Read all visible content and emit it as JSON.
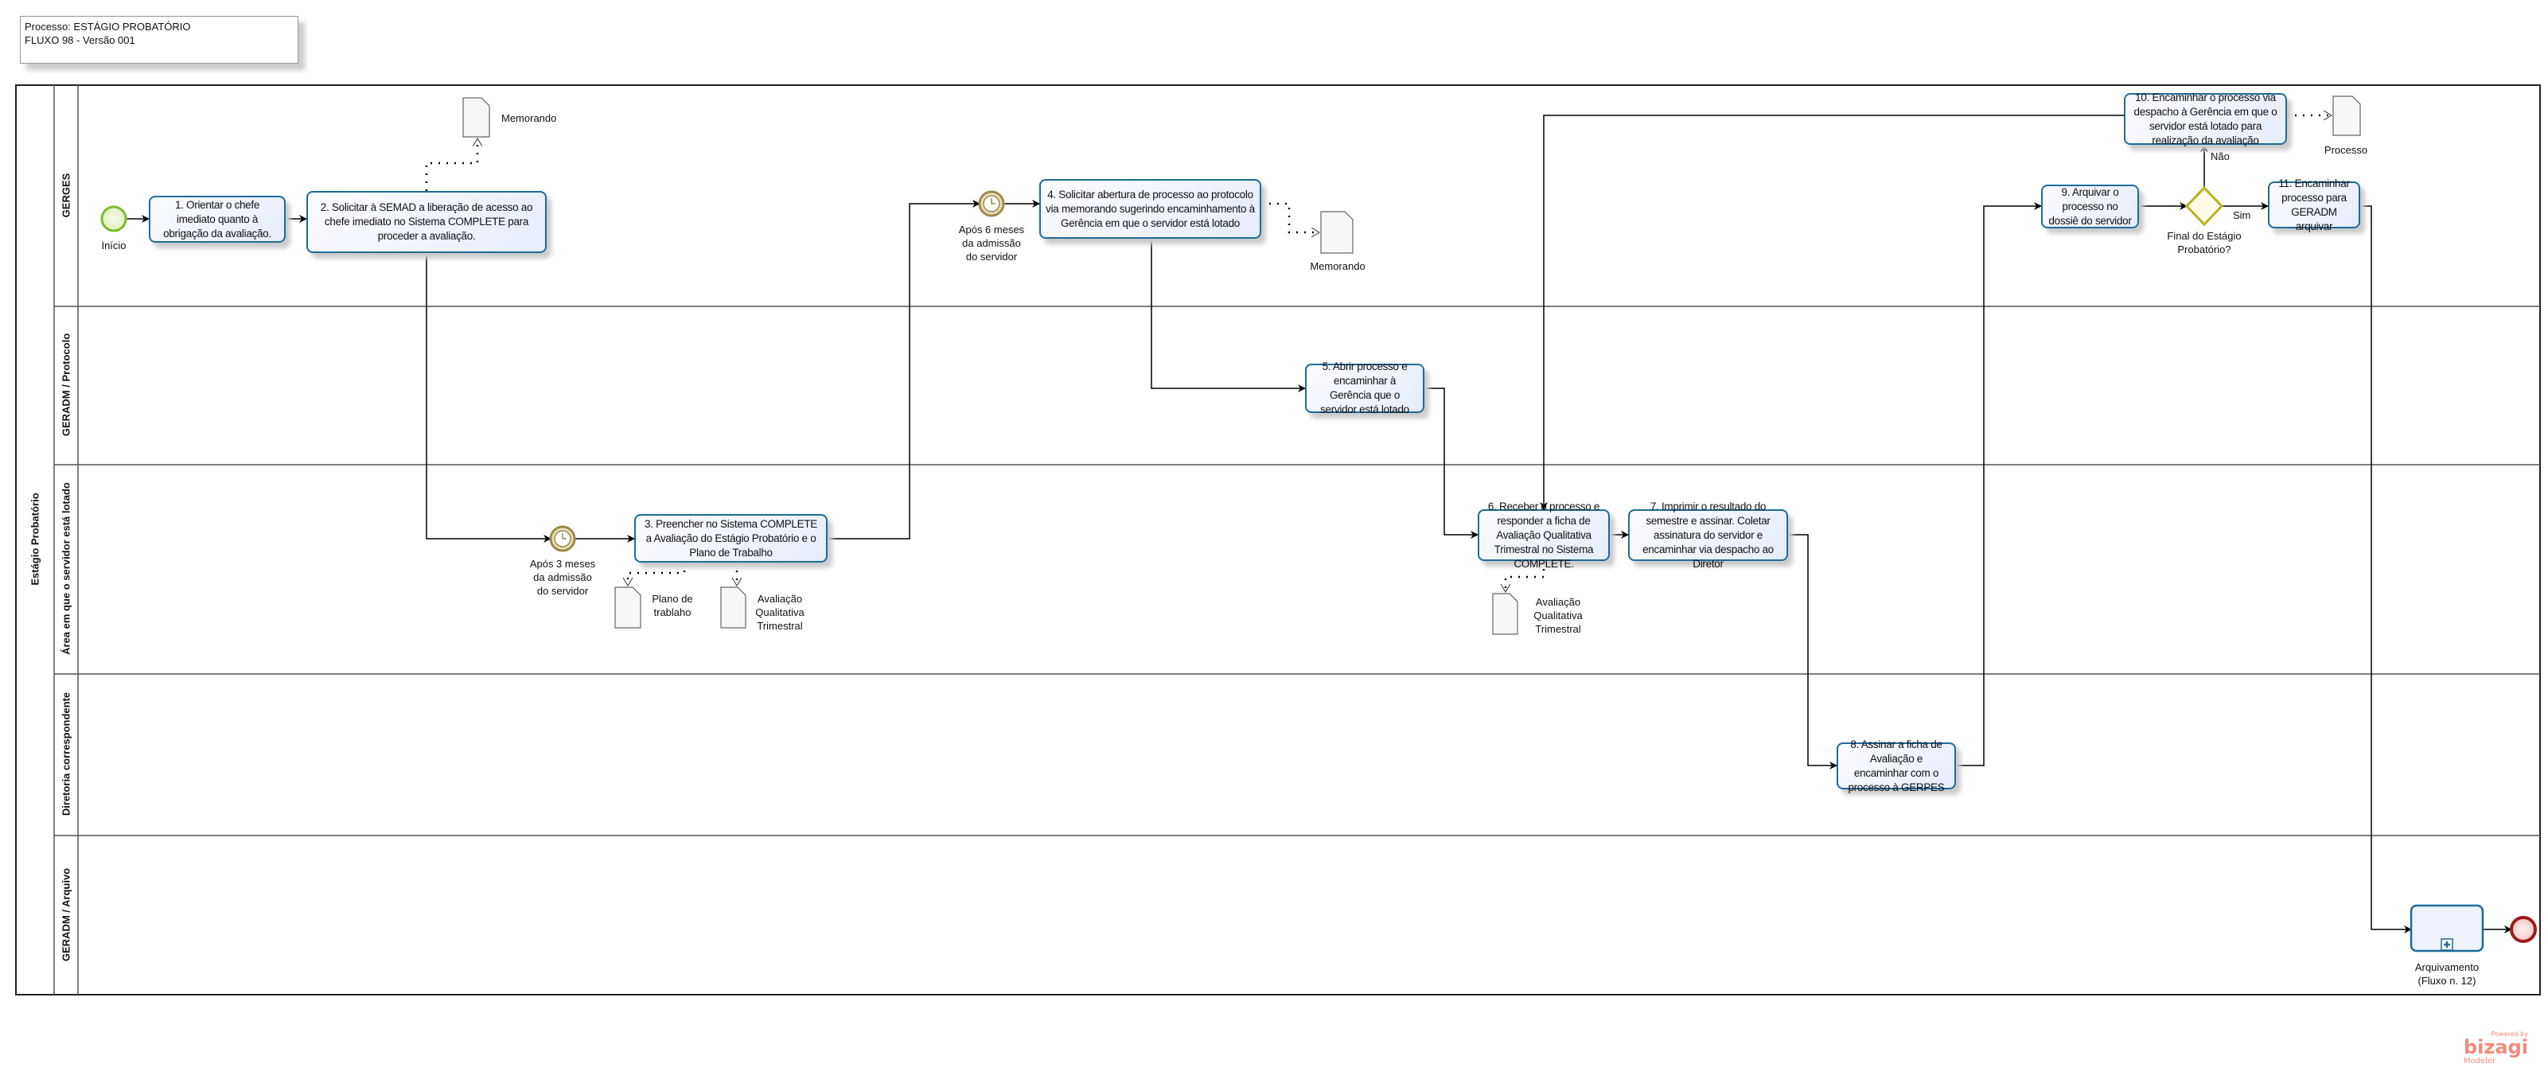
{
  "header": {
    "line1": "Processo: ESTÁGIO PROBATÓRIO",
    "line2": "FLUXO 98 - Versão 001"
  },
  "pool": {
    "label": "Estágio Probatório"
  },
  "lanes": [
    {
      "label": "GERGES"
    },
    {
      "label": "GERADM / Protocolo"
    },
    {
      "label": "Área em  que o servidor está lotado"
    },
    {
      "label": "Diretoria correspondente"
    },
    {
      "label": "GERADM / Arquivo"
    }
  ],
  "events": {
    "start": "Início",
    "timer_3m": "Após 3 meses\nda admissão\ndo servidor",
    "timer_6m": "Após 6 meses\nda admissão\ndo servidor"
  },
  "tasks": {
    "t1": "1. Orientar o chefe imediato quanto à obrigação da avaliação.",
    "t2": "2. Solicitar à SEMAD a liberação de acesso ao chefe imediato no Sistema COMPLETE para proceder a avaliação.",
    "t3": "3. Preencher no Sistema COMPLETE a Avaliação do Estágio Probatório e o Plano de Trabalho",
    "t4": "4. Solicitar abertura de processo ao protocolo via memorando sugerindo encaminhamento à Gerência em que o servidor está lotado",
    "t5": "5. Abrir processo e encaminhar à Gerência que o servidor está lotado",
    "t6": "6. Receber o processo e responder a ficha de Avaliação Qualitativa Trimestral no Sistema COMPLETE.",
    "t7": "7. Imprimir o resultado do semestre e assinar. Coletar assinatura do servidor e encaminhar via despacho ao Diretor",
    "t8": "8. Assinar a ficha de Avaliação e encaminhar com o processo à GERPES",
    "t9": "9. Arquivar o processo no dossiê do servidor",
    "t10": "10. Encaminhar o processo via despacho à Gerência em que o servidor está lotado para realização da avaliação",
    "t11": "11. Encaminhar processo para GERADM arquivar"
  },
  "subprocess": {
    "label": "Arquivamento\n(Fluxo n. 12)"
  },
  "gateway": {
    "label": "Final do Estágio\nProbatório?",
    "yes": "Sim",
    "no": "Não"
  },
  "documents": {
    "d1": "Memorando",
    "d2": "Memorando",
    "d3": "Plano de\ntrablaho",
    "d4": "Avaliação\nQualitativa\nTrimestral",
    "d5": "Avaliação\nQualitativa\nTrimestral",
    "d6": "Processo"
  },
  "logo": {
    "powered": "Powered by",
    "brand": "bizagi",
    "product": "Modeler"
  },
  "colors": {
    "task_border": "#1f6a9a",
    "start": "#7dbb2c",
    "end": "#a01818",
    "timer": "#9c8a4a",
    "gateway": "#b8b020",
    "logo": "#f08c7c"
  }
}
